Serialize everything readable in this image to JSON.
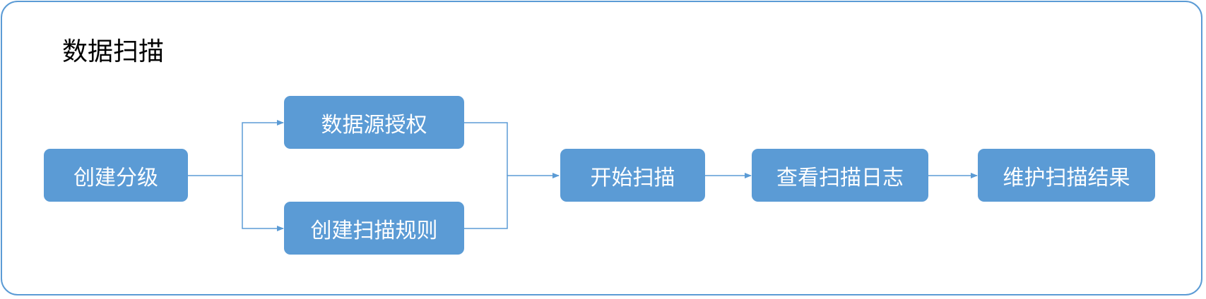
{
  "diagram": {
    "title": "数据扫描",
    "nodes": {
      "create_classification": "创建分级",
      "datasource_auth": "数据源授权",
      "create_scan_rule": "创建扫描规则",
      "start_scan": "开始扫描",
      "view_scan_log": "查看扫描日志",
      "maintain_scan_result": "维护扫描结果"
    },
    "colors": {
      "node_fill": "#5b9bd5",
      "node_text": "#ffffff",
      "border": "#5b9bd5",
      "connector": "#5b9bd5"
    }
  }
}
